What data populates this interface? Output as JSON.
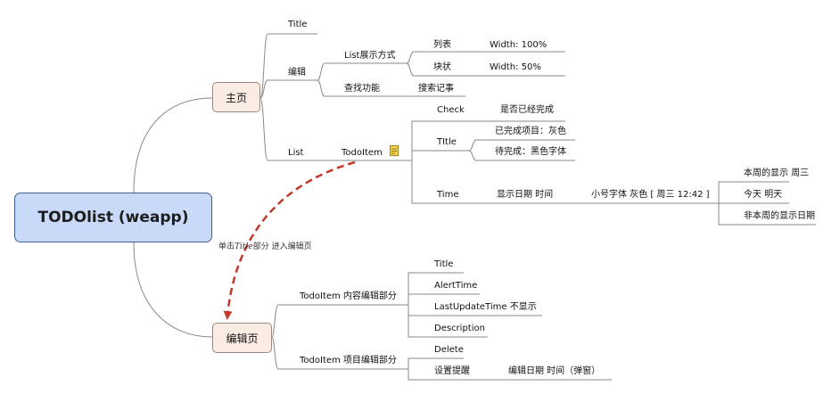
{
  "root": "TODOlist (weapp)",
  "home": {
    "label": "主页",
    "title": "Title",
    "edit": {
      "label": "编辑",
      "list_display": {
        "label": "List展示方式",
        "list": {
          "label": "列表",
          "value": "Width: 100%"
        },
        "block": {
          "label": "块状",
          "value": "Width: 50%"
        }
      },
      "search": {
        "label": "查找功能",
        "value": "搜索记事"
      }
    },
    "list": {
      "label": "List",
      "todo_item": "TodoItem",
      "check": {
        "label": "Check",
        "value": "是否已经完成"
      },
      "title": {
        "label": "TItle",
        "done": "已完成项目：灰色",
        "pending": "待完成：黑色字体"
      },
      "time": {
        "label": "Time",
        "display": "显示日期 时间",
        "style": "小号字体 灰色 [ 周三 12:42 ]",
        "this_week": "本周的显示 周三",
        "today": "今天 明天",
        "not_this_week": "非本周的显示日期"
      }
    }
  },
  "edit_page": {
    "label": "编辑页",
    "content_edit": {
      "label": "TodoItem 内容编辑部分",
      "items": [
        "Title",
        "AlertTime",
        "LastUpdateTime 不显示",
        "Description"
      ]
    },
    "item_edit": {
      "label": "TodoItem 项目编辑部分",
      "delete": "Delete",
      "reminder": {
        "label": "设置提醒",
        "value": "编辑日期 时间（弹窗）"
      }
    }
  },
  "annotation": {
    "prefix": "单击",
    "emphasis": "Title",
    "suffix": "部分 进入编辑页"
  },
  "colors": {
    "root_fill": "#c8daf8",
    "topic_fill": "#fbece3",
    "arrow": "#c0392b",
    "line": "#8a8a8a"
  }
}
